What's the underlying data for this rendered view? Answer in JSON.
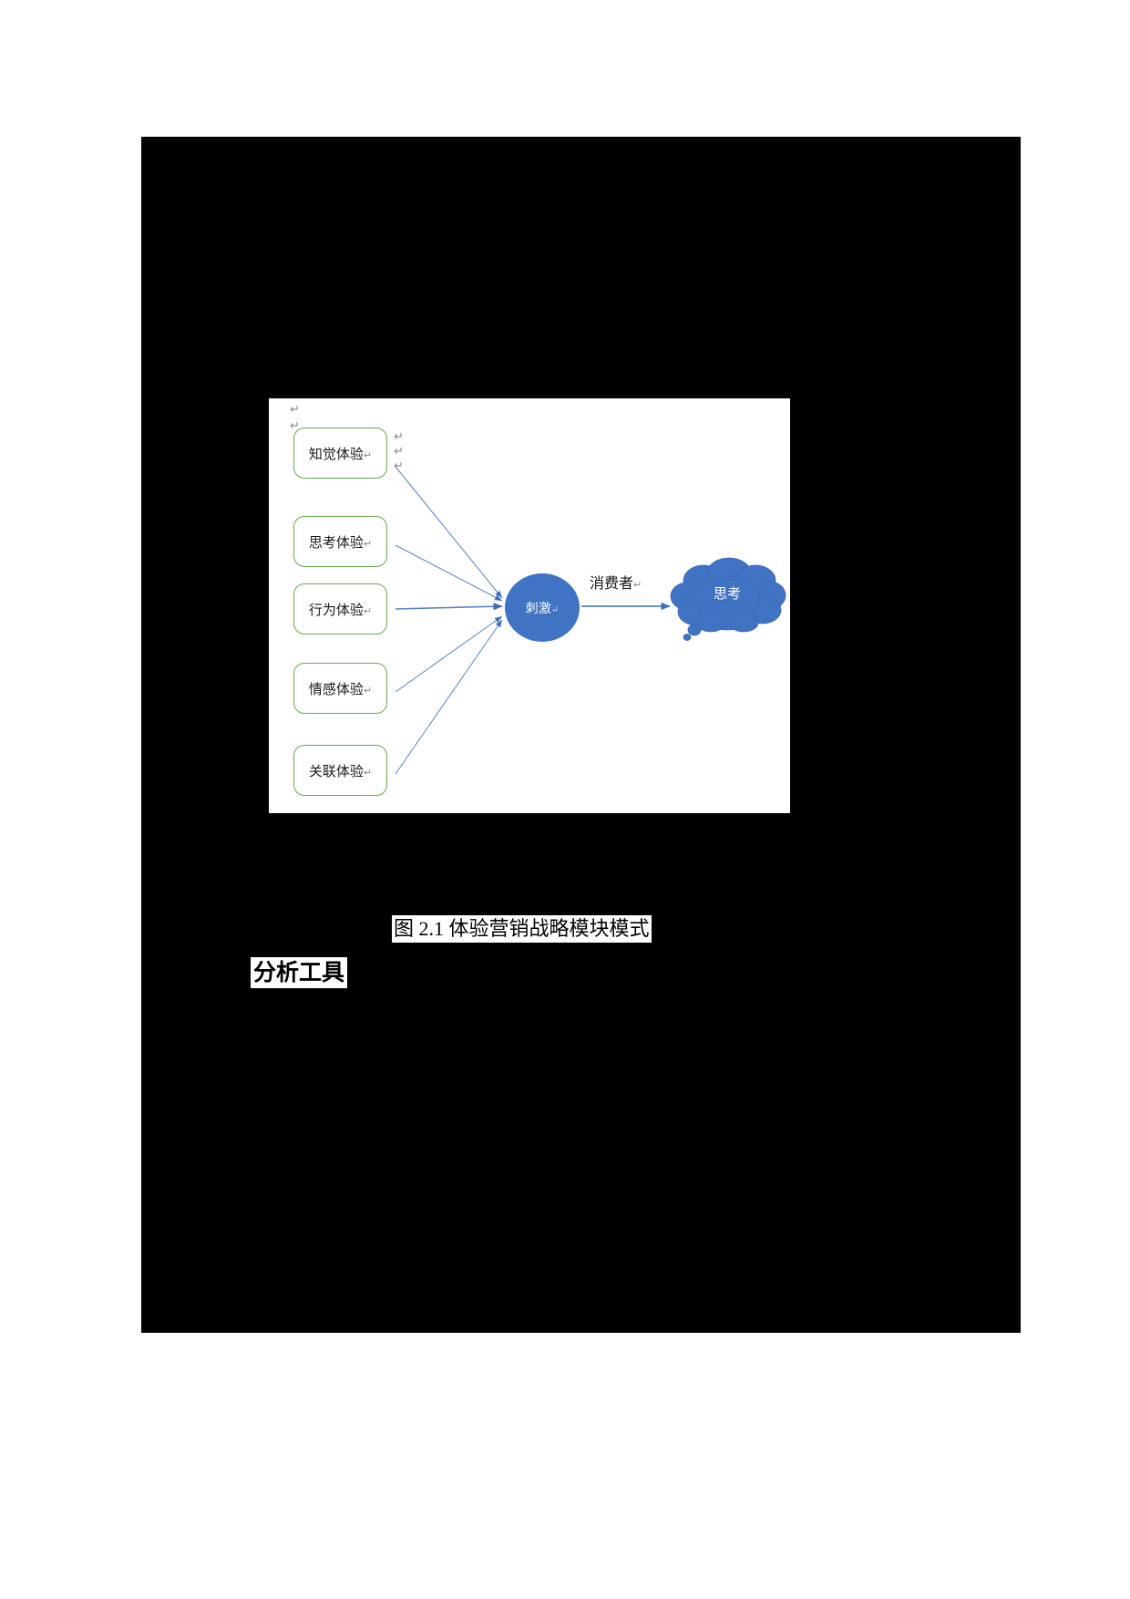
{
  "document": {
    "page_background": "#000000",
    "canvas_background": "#ffffff"
  },
  "figure": {
    "accent_blue": "#4173c4",
    "box_border_green": "#6aa84f",
    "arrow_blue": "#5b84c4",
    "pilcrow_glyph": "↵",
    "stray_pilcrows": [
      "↵",
      "↵",
      "↵",
      "↵",
      "↵"
    ],
    "boxes": [
      {
        "label": "知觉体验",
        "mark": "↵"
      },
      {
        "label": "思考体验",
        "mark": "↵"
      },
      {
        "label": "行为体验",
        "mark": "↵"
      },
      {
        "label": "情感体验",
        "mark": "↵"
      },
      {
        "label": "关联体验",
        "mark": "↵"
      }
    ],
    "stimulus": {
      "label": "刺激",
      "mark": "↵"
    },
    "link_label": {
      "label": "消费者",
      "mark": "↵"
    },
    "outcome": {
      "label": "思考"
    }
  },
  "caption": {
    "text": "图 2.1  体验营销战略模块模式"
  },
  "heading": {
    "text": "分析工具"
  },
  "chart_data": {
    "type": "diagram",
    "title": "图 2.1  体验营销战略模块模式",
    "nodes": [
      {
        "id": "perception",
        "label": "知觉体验",
        "shape": "rounded-rect",
        "group": "input"
      },
      {
        "id": "think",
        "label": "思考体验",
        "shape": "rounded-rect",
        "group": "input"
      },
      {
        "id": "act",
        "label": "行为体验",
        "shape": "rounded-rect",
        "group": "input"
      },
      {
        "id": "feel",
        "label": "情感体验",
        "shape": "rounded-rect",
        "group": "input"
      },
      {
        "id": "relate",
        "label": "关联体验",
        "shape": "rounded-rect",
        "group": "input"
      },
      {
        "id": "stimulus",
        "label": "刺激",
        "shape": "ellipse",
        "group": "process"
      },
      {
        "id": "thinking",
        "label": "思考",
        "shape": "cloud",
        "group": "output"
      }
    ],
    "edges": [
      {
        "from": "perception",
        "to": "stimulus",
        "label": ""
      },
      {
        "from": "think",
        "to": "stimulus",
        "label": ""
      },
      {
        "from": "act",
        "to": "stimulus",
        "label": ""
      },
      {
        "from": "feel",
        "to": "stimulus",
        "label": ""
      },
      {
        "from": "relate",
        "to": "stimulus",
        "label": ""
      },
      {
        "from": "stimulus",
        "to": "thinking",
        "label": "消费者"
      }
    ]
  }
}
